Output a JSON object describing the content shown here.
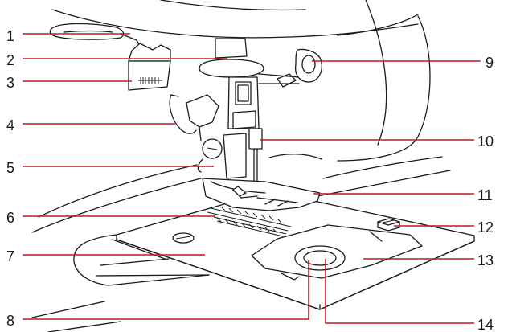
{
  "diagram": {
    "leader_color": "#c2182a",
    "ink_color": "#1a1a1a",
    "callouts": [
      {
        "label": "1",
        "part": "presser-foot-lifter"
      },
      {
        "label": "2",
        "part": "presser-foot-holder"
      },
      {
        "label": "3",
        "part": "buttonhole-lever-tag"
      },
      {
        "label": "4",
        "part": "needle-threader-lever"
      },
      {
        "label": "5",
        "part": "presser-foot-screw"
      },
      {
        "label": "6",
        "part": "feed-dogs"
      },
      {
        "label": "7",
        "part": "needle-plate"
      },
      {
        "label": "8",
        "part": "bobbin-cover-release"
      },
      {
        "label": "9",
        "part": "needle-clamp-screw"
      },
      {
        "label": "10",
        "part": "needle"
      },
      {
        "label": "11",
        "part": "presser-foot"
      },
      {
        "label": "12",
        "part": "bobbin-cover-latch"
      },
      {
        "label": "13",
        "part": "bobbin-cover"
      },
      {
        "label": "14",
        "part": "bobbin-cover-window"
      }
    ]
  }
}
